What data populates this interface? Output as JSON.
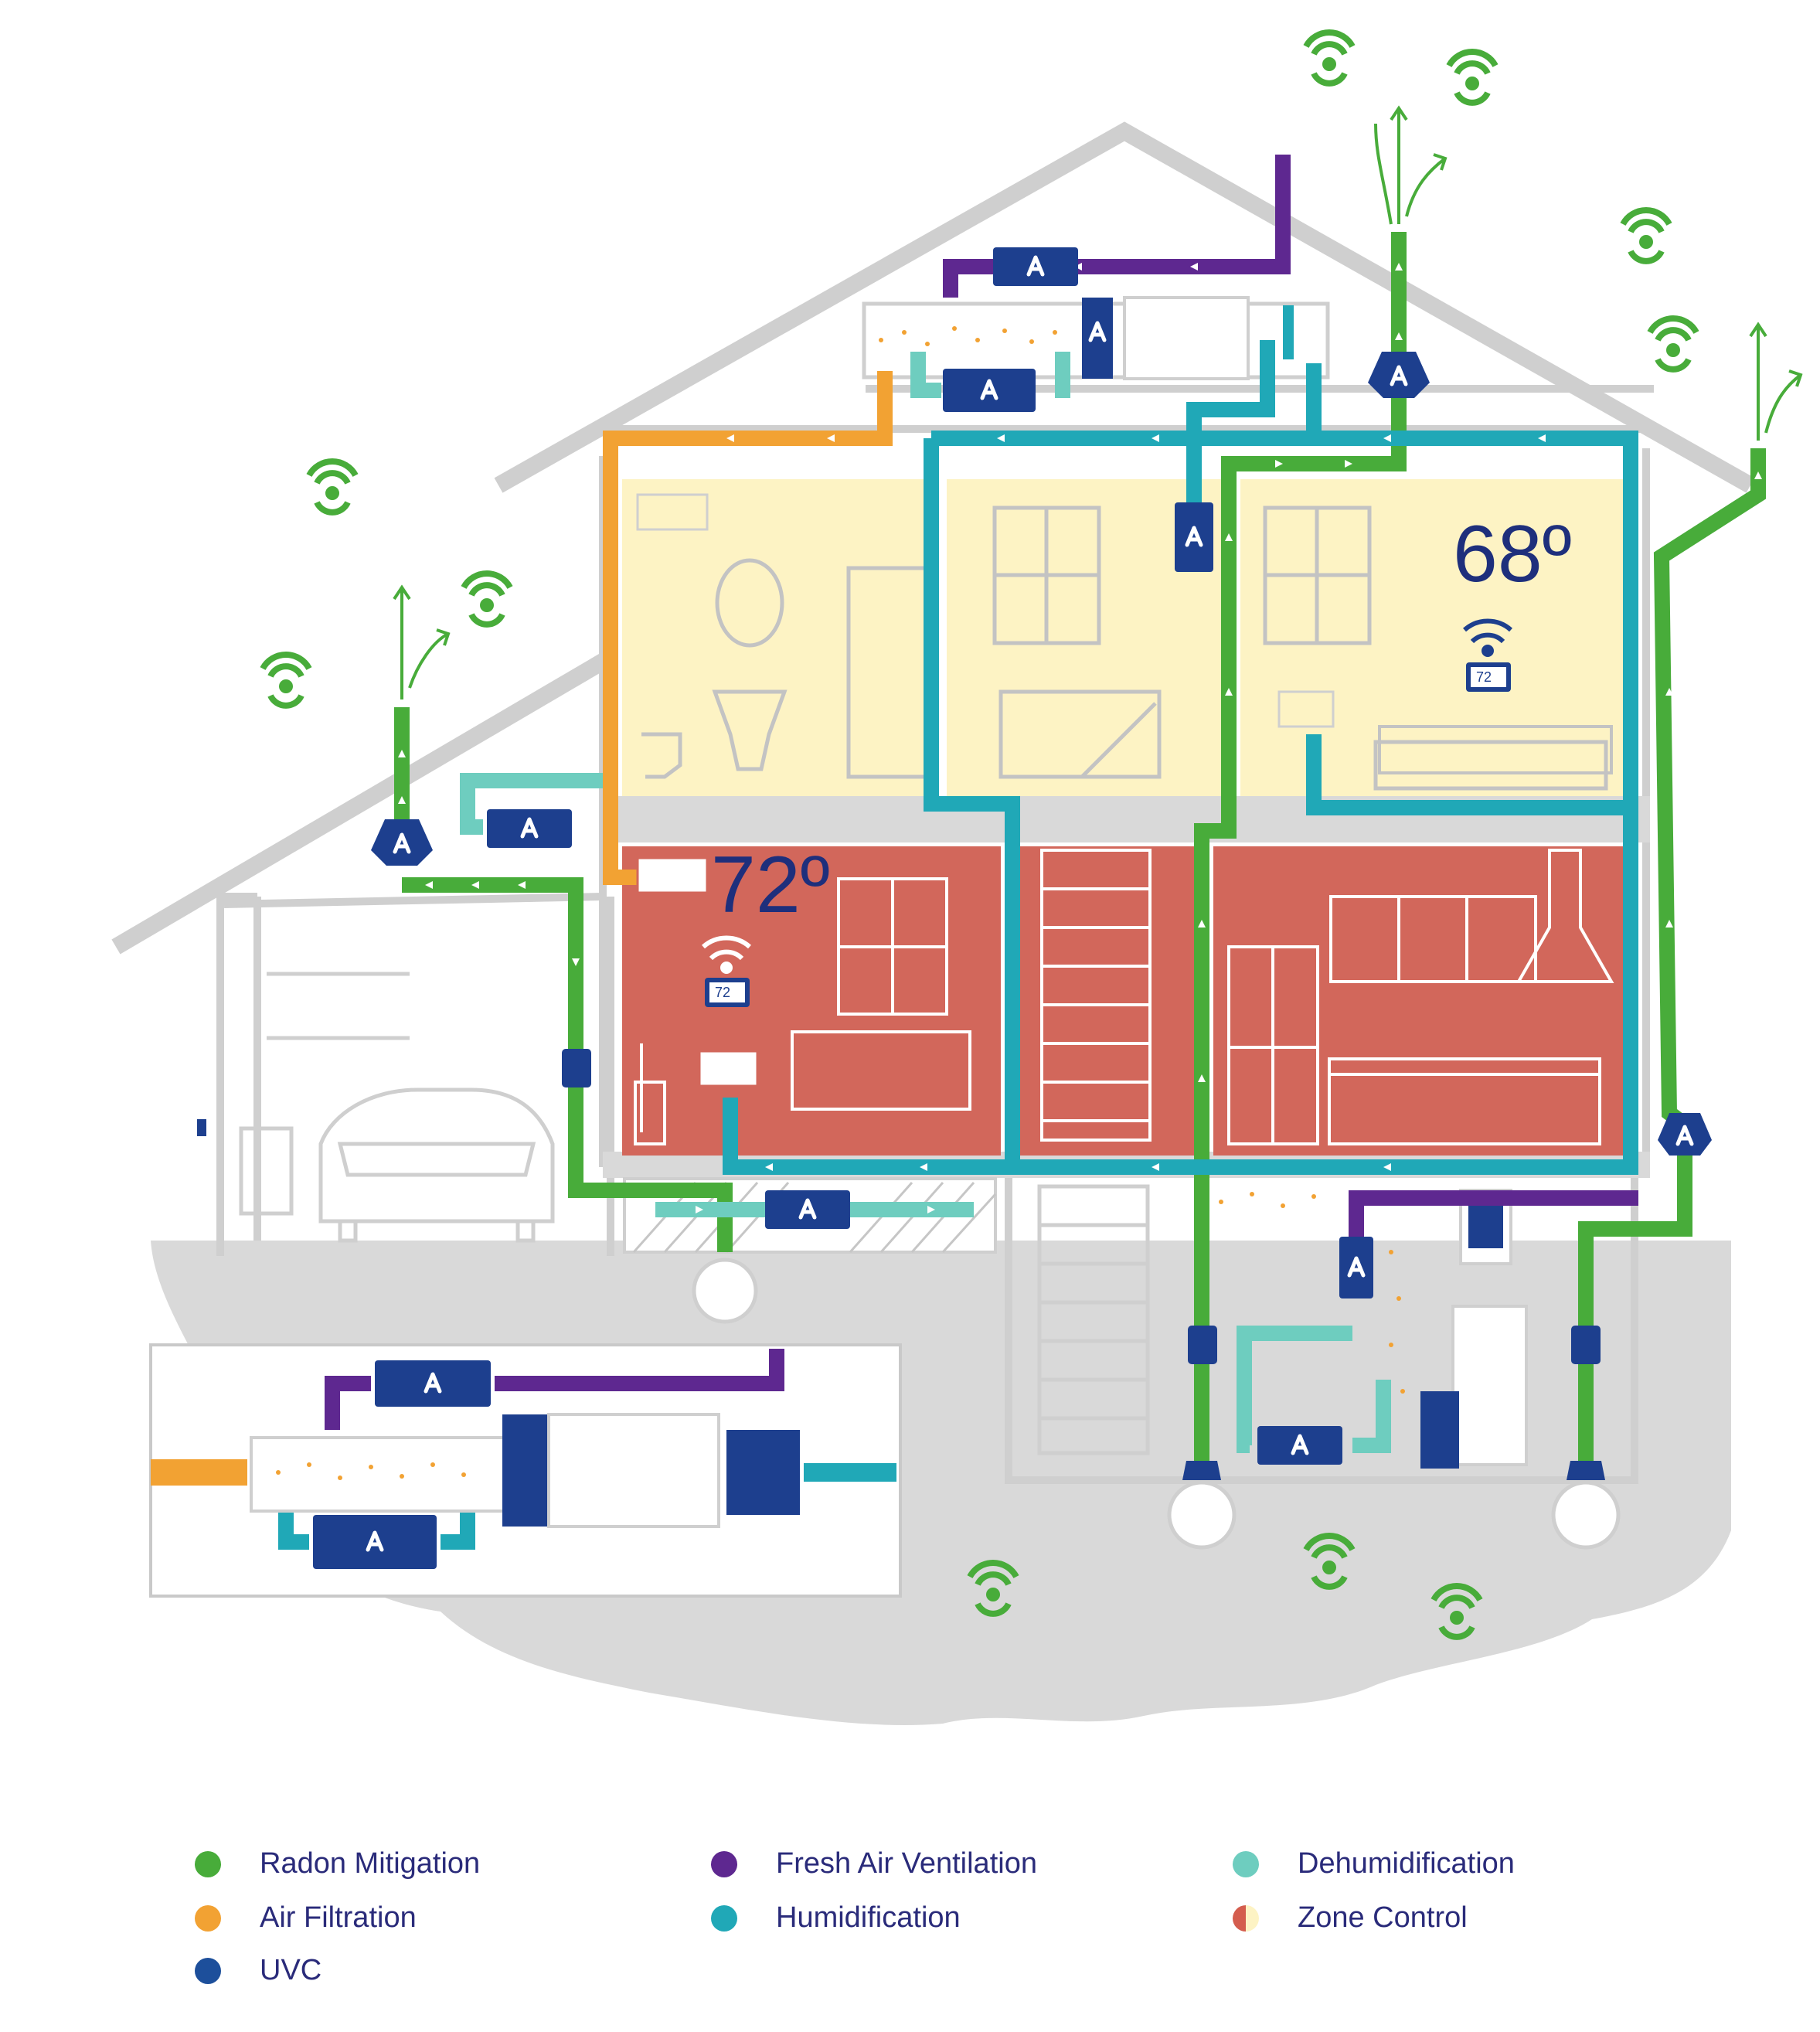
{
  "diagram": {
    "zones": [
      {
        "id": "upstairs",
        "temperature": "68º"
      },
      {
        "id": "downstairs",
        "temperature": "72º"
      }
    ],
    "thermostats": [
      {
        "id": "upstairs-thermostat",
        "display": "72"
      },
      {
        "id": "downstairs-thermostat",
        "display": "72"
      }
    ],
    "unit_logo_letter": "A"
  },
  "legend": {
    "items": [
      {
        "label": "Radon Mitigation",
        "color": "#48ac3a"
      },
      {
        "label": "Air Filtration",
        "color": "#f2a233"
      },
      {
        "label": "UVC",
        "color": "#1d4f9b"
      },
      {
        "label": "Fresh Air Ventilation",
        "color": "#5e2890"
      },
      {
        "label": "Humidification",
        "color": "#20a8b7"
      },
      {
        "label": "Dehumidification",
        "color": "#6ecdbf"
      },
      {
        "label": "Zone Control",
        "colors": [
          "#d45d4e",
          "#fdf3c4"
        ]
      }
    ]
  },
  "colors": {
    "outline": "#cfcfcf",
    "ground": "#d9d9d9",
    "upstairs_room": "#fdf3c4",
    "downstairs_room": "#d2675b",
    "radon_green": "#48ac3a",
    "filtration_orange": "#f2a233",
    "ventilation_purple": "#5e2890",
    "humidification_teal": "#20a8b7",
    "dehumidification_mint": "#6ecdbf",
    "unit_navy": "#1d3f8e",
    "text_navy": "#1e2f7c"
  }
}
